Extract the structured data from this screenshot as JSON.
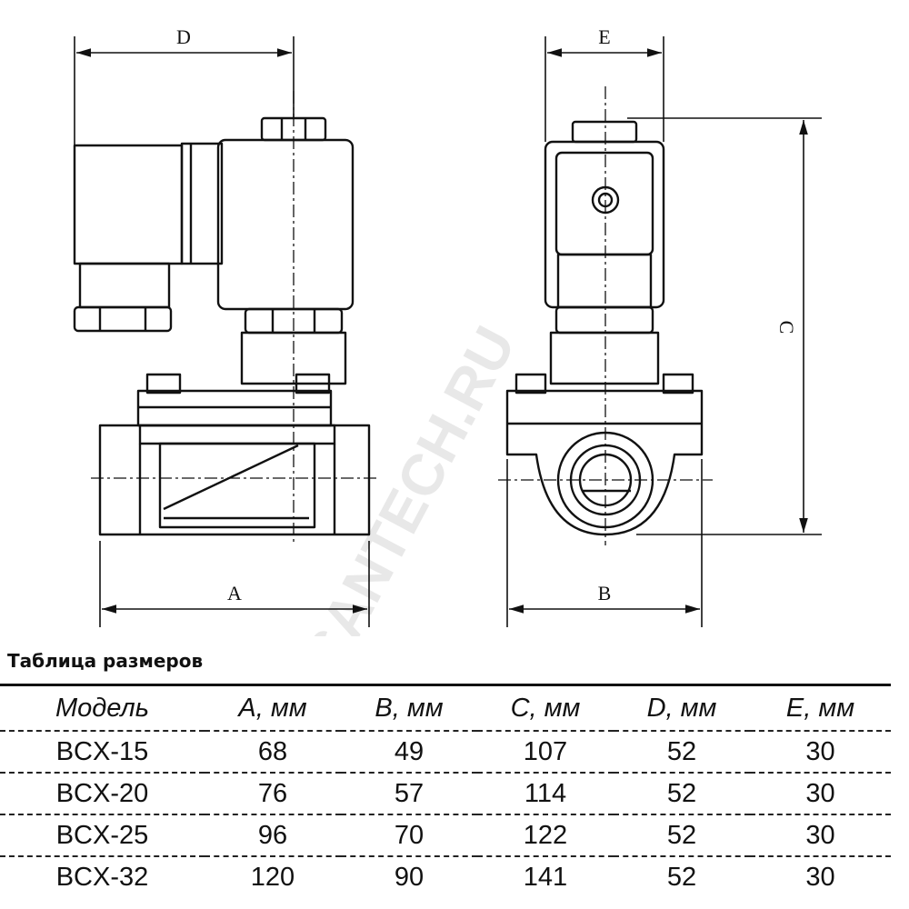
{
  "diagram": {
    "dimension_labels": {
      "a": "A",
      "b": "B",
      "c": "C",
      "d": "D",
      "e": "E"
    },
    "watermark": "SANTECH.RU"
  },
  "table": {
    "title": "Таблица размеров",
    "headers": [
      "Модель",
      "A, мм",
      "B, мм",
      "C, мм",
      "D, мм",
      "E, мм"
    ],
    "rows": [
      [
        "BCX-15",
        "68",
        "49",
        "107",
        "52",
        "30"
      ],
      [
        "BCX-20",
        "76",
        "57",
        "114",
        "52",
        "30"
      ],
      [
        "BCX-25",
        "96",
        "70",
        "122",
        "52",
        "30"
      ],
      [
        "BCX-32",
        "120",
        "90",
        "141",
        "52",
        "30"
      ]
    ]
  }
}
